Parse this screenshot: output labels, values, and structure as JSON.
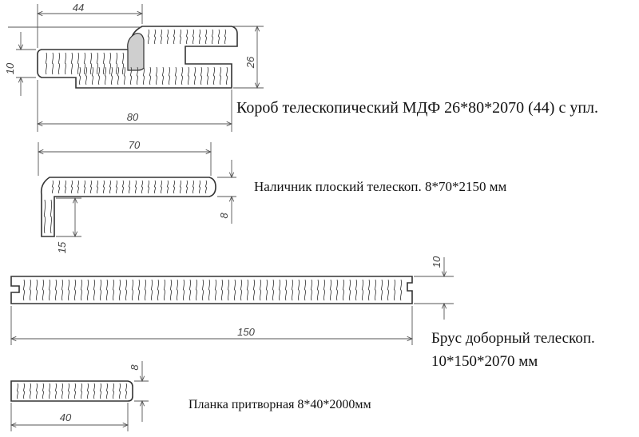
{
  "profiles": [
    {
      "id": "korob",
      "caption": "Короб телескопический МДФ 26*80*2070 (44) с упл.",
      "dims": {
        "top": "44",
        "left": "10",
        "right": "26",
        "bottom": "80"
      }
    },
    {
      "id": "nalichnik",
      "caption": "Наличник плоский телескоп. 8*70*2150 мм",
      "dims": {
        "top": "70",
        "right": "8",
        "bottom": "15"
      }
    },
    {
      "id": "brus",
      "caption_line1": "Брус доборный телескоп.",
      "caption_line2": "10*150*2070 мм",
      "dims": {
        "right": "10",
        "bottom": "150"
      }
    },
    {
      "id": "planka",
      "caption": "Планка притворная 8*40*2000мм",
      "dims": {
        "right": "8",
        "bottom": "40"
      }
    }
  ],
  "colors": {
    "line": "#333333",
    "dimension": "#555555",
    "background": "#ffffff"
  }
}
